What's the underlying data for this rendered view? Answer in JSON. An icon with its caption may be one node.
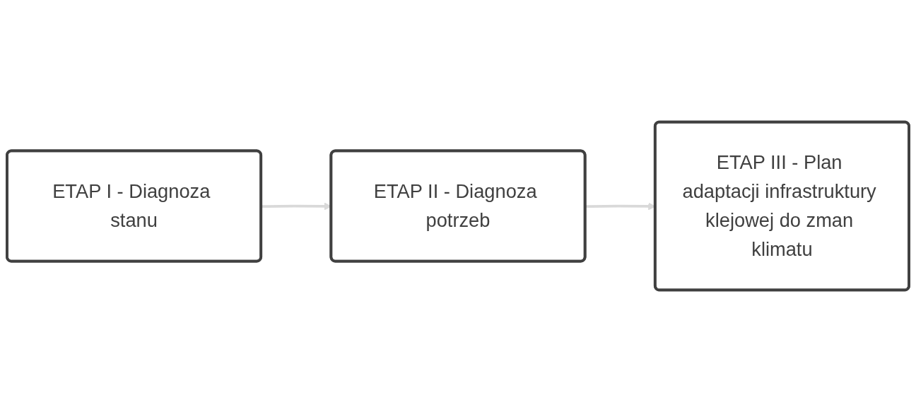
{
  "diagram": {
    "nodes": [
      {
        "text": [
          "ETAP I - Diagnoza stanu"
        ]
      },
      {
        "text": [
          "ETAP II - Diagnoza potrzeb"
        ]
      },
      {
        "text": [
          "ETAP III - Plan adaptacji infrastruktury klejowej do zman klimatu"
        ]
      }
    ],
    "edges": [
      {
        "from": 0,
        "to": 1,
        "arrow": "to",
        "color": "#d9d9d9"
      },
      {
        "from": 1,
        "to": 2,
        "arrow": "to",
        "color": "#d9d9d9"
      }
    ]
  }
}
